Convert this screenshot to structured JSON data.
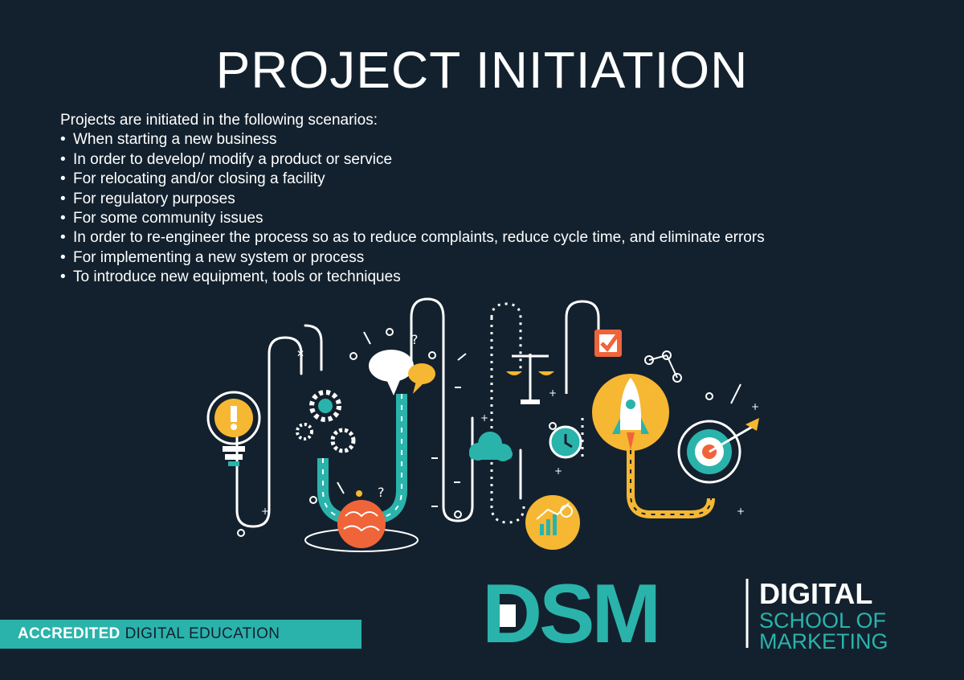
{
  "title": "PROJECT INITIATION",
  "intro": "Projects are initiated in the following scenarios:",
  "bullets": [
    "When starting a new business",
    "In order to develop/ modify a product or service",
    "For relocating and/or closing a facility",
    "For regulatory purposes",
    "For some community issues",
    "In order to re-engineer the process so as to reduce complaints, reduce cycle time, and eliminate errors",
    "For implementing a new system or process",
    "To introduce new equipment, tools or techniques"
  ],
  "badge": {
    "strong": "ACCREDITED",
    "light": "DIGITAL EDUCATION"
  },
  "logo": {
    "mark": "DSM",
    "line1": "DIGITAL",
    "line2": "SCHOOL OF",
    "line3": "MARKETING"
  },
  "colors": {
    "background": "#13212e",
    "teal": "#2ab3ab",
    "yellow": "#f6b732",
    "orange": "#f0643a",
    "white": "#ffffff"
  },
  "icons": [
    "lightbulb-icon",
    "gears-icon",
    "brain-icon",
    "speech-bubbles-icon",
    "cloud-icon",
    "scales-icon",
    "clock-icon",
    "growth-chart-icon",
    "checkbox-icon",
    "rocket-icon",
    "target-icon",
    "share-nodes-icon"
  ]
}
